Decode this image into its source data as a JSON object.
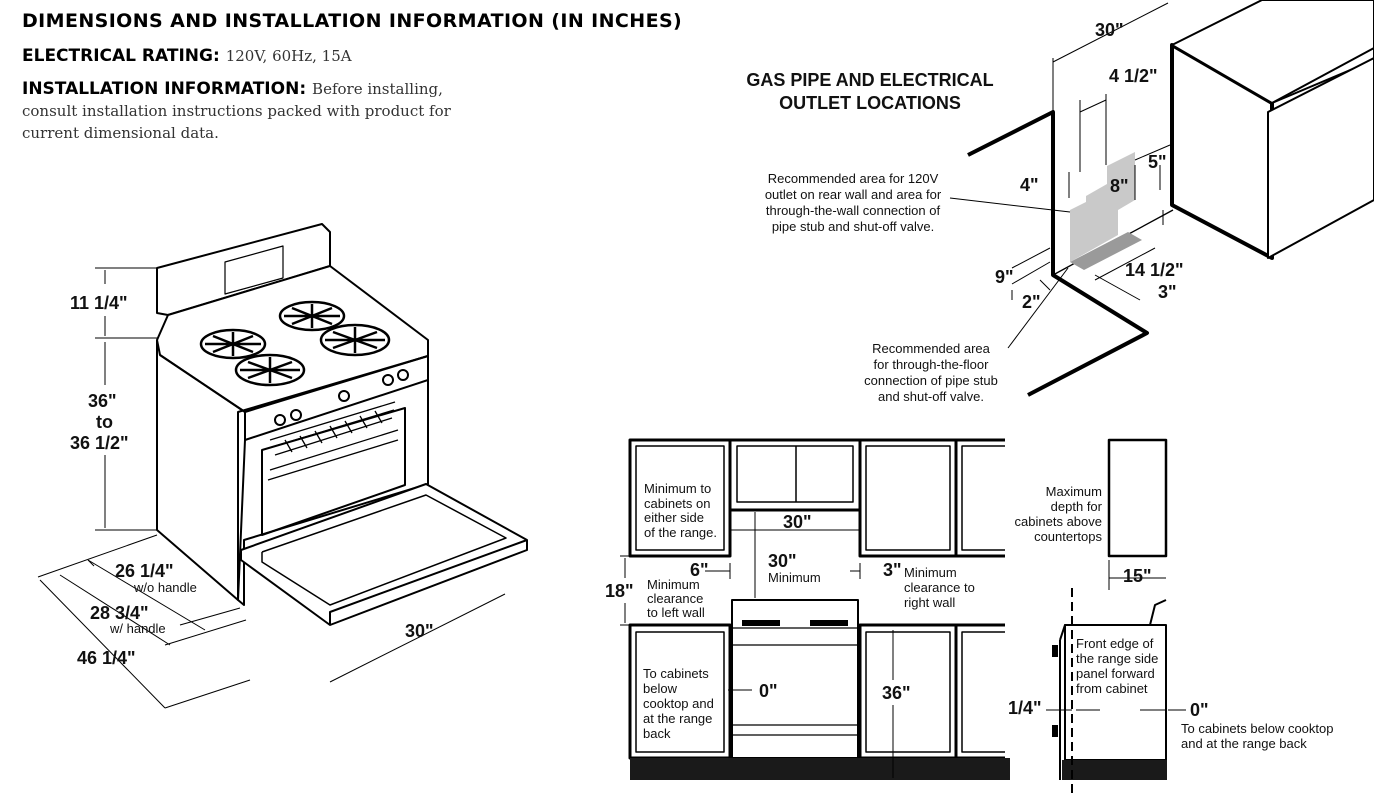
{
  "header": {
    "title": "DIMENSIONS AND INSTALLATION INFORMATION (IN INCHES)",
    "electrical_label": "ELECTRICAL RATING:",
    "electrical_value": "120V, 60Hz, 15A",
    "install_label": "INSTALLATION INFORMATION:",
    "install_text": "Before installing, consult installation instructions packed with product for current dimensional data."
  },
  "range_view": {
    "dim_backguard": "11 1/4\"",
    "dim_height_a": "36\"",
    "dim_height_b": "to",
    "dim_height_c": "36 1/2\"",
    "dim_depth1": "26 1/4\"",
    "dim_depth1_note": "w/o handle",
    "dim_depth2": "28 3/4\"",
    "dim_depth2_note": "w/ handle",
    "dim_depth3": "46 1/4\"",
    "dim_width": "30\""
  },
  "gas_view": {
    "title_line1": "GAS PIPE AND ELECTRICAL",
    "title_line2": "OUTLET LOCATIONS",
    "dim_30": "30\"",
    "dim_4_5": "4 1/2\"",
    "dim_5": "5\"",
    "dim_4": "4\"",
    "dim_8": "8\"",
    "dim_9": "9\"",
    "dim_2": "2\"",
    "dim_14_5": "14 1/2\"",
    "dim_3": "3\"",
    "wall_note": [
      "Recommended area for 120V",
      "outlet on rear wall and area for",
      "through-the-wall connection of",
      "pipe stub and shut-off valve."
    ],
    "floor_note": [
      "Recommended area",
      "for through-the-floor",
      "connection of pipe stub",
      "and shut-off valve."
    ]
  },
  "cabinet_view": {
    "min_cabinets_note": [
      "Minimum to",
      "cabinets on",
      "either side",
      "of the range."
    ],
    "dim_30_upper": "30\"",
    "dim_30_min": "30\"",
    "min_label": "Minimum",
    "dim_6": "6\"",
    "dim_3": "3\"",
    "dim_18": "18\"",
    "left_wall_note": [
      "Minimum",
      "clearance",
      "to left wall"
    ],
    "right_wall_note": [
      "Minimum",
      "clearance to",
      "right wall"
    ],
    "below_note": [
      "To cabinets",
      "below",
      "cooktop and",
      "at the range",
      "back"
    ],
    "dim_0": "0\"",
    "dim_36": "36\""
  },
  "side_view": {
    "max_depth_note": [
      "Maximum",
      "depth for",
      "cabinets above",
      "countertops"
    ],
    "dim_15": "15\"",
    "front_edge_note": [
      "Front edge of",
      "the range side",
      "panel forward",
      "from cabinet"
    ],
    "dim_quarter": "1/4\"",
    "dim_0": "0\"",
    "below_note": [
      "To cabinets below cooktop",
      "and at the range back"
    ]
  }
}
